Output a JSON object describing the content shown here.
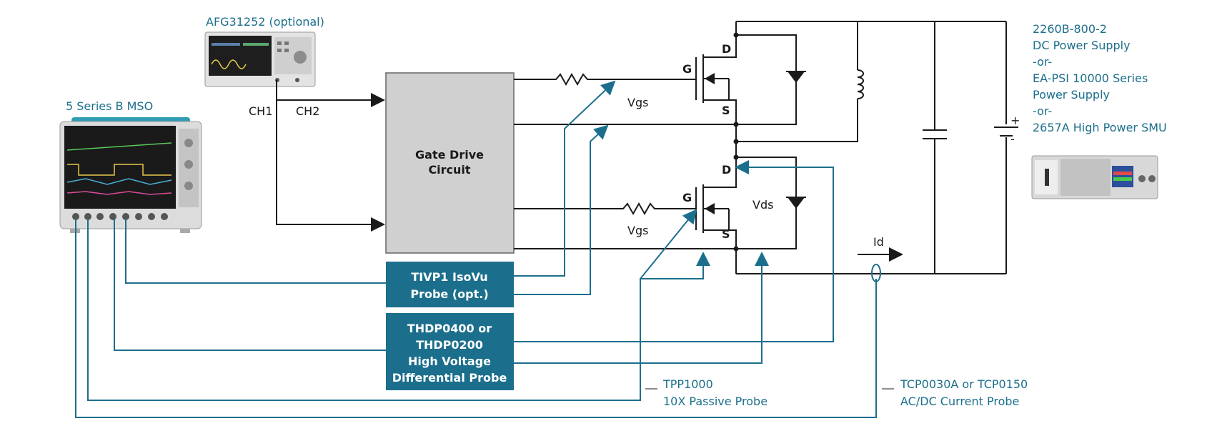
{
  "equipment": {
    "afg": "AFG31252 (optional)",
    "mso": "5 Series B MSO",
    "supply_lines": [
      "2260B-800-2",
      "DC Power Supply",
      "-or-",
      "EA-PSI 10000 Series",
      "Power Supply",
      "-or-",
      "2657A High Power SMU"
    ]
  },
  "channels": {
    "ch1": "CH1",
    "ch2": "CH2"
  },
  "gate_drive": {
    "line1": "Gate Drive",
    "line2": "Circuit"
  },
  "probes": {
    "tivp": {
      "line1": "TIVP1 IsoVu",
      "line2": "Probe (opt.)"
    },
    "thdp": {
      "line1": "THDP0400 or",
      "line2": "THDP0200",
      "line3": "High Voltage",
      "line4": "Differential Probe"
    },
    "tpp": {
      "line1": "TPP1000",
      "line2": "10X Passive Probe"
    },
    "tcp": {
      "line1": "TCP0030A or TCP0150",
      "line2": "AC/DC Current Probe"
    }
  },
  "signals": {
    "vgs_top": "Vgs",
    "vgs_bottom": "Vgs",
    "vds": "Vds",
    "id": "Id"
  },
  "terminals": {
    "top": {
      "d": "D",
      "g": "G",
      "s": "S"
    },
    "bottom": {
      "d": "D",
      "g": "G",
      "s": "S"
    },
    "battery": {
      "plus": "+",
      "minus": "-"
    }
  },
  "colors": {
    "probe_blue": "#1c6f8c",
    "box_gray": "#d0d0d0",
    "wire": "#1a1a1a"
  }
}
